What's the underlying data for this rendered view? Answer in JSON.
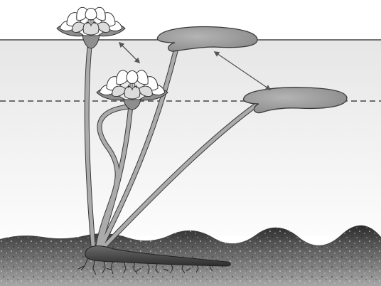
{
  "diagram": {
    "subject": "water-lily-plant",
    "colors": {
      "water_top": "#ececec",
      "water_bottom": "#fbfbfb",
      "water_line": "#222222",
      "leaf": "#9b9b9b",
      "stem": "#a9a9a9",
      "outline": "#3a3a3a",
      "petal": "#ffffff",
      "petal_shade": "#c8c8c8",
      "sepal": "#8e8e8e",
      "soil_light": "#9a9a9a",
      "soil_dark": "#262626",
      "rhizome": "#4e4e4e",
      "arrow": "#555555"
    },
    "components": [
      "high-water-line",
      "low-water-line",
      "flower",
      "flower",
      "floating-leaf",
      "floating-leaf",
      "stem",
      "rhizome",
      "roots",
      "sediment",
      "level-change-arrow",
      "level-change-arrow"
    ]
  }
}
